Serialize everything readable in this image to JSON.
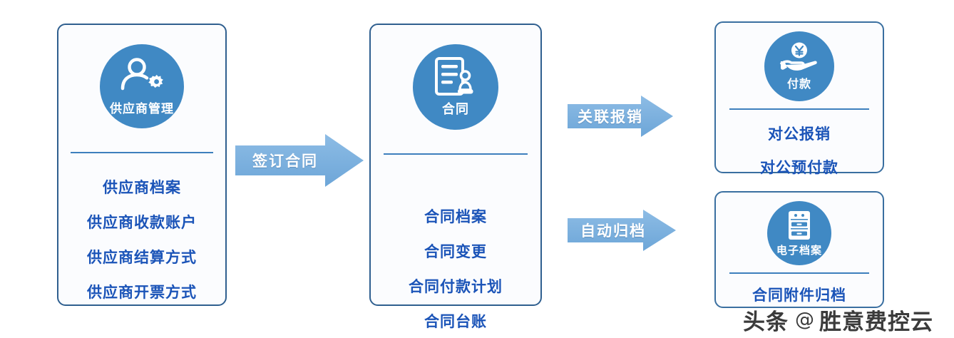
{
  "diagram": {
    "title": "供应商合同与付款流程图",
    "colors": {
      "badge_blue": "#4089c4",
      "card_border": "#2f5f8f",
      "item_text": "#1b54b8",
      "arrow_fill": "#7bb0dd",
      "divider": "#3d7fbd",
      "background": "#ffffff"
    },
    "cards": [
      {
        "id": "supplier-management",
        "badge_label": "供应商管理",
        "icon": "user-gear-icon",
        "items": [
          "供应商档案",
          "供应商收款账户",
          "供应商结算方式",
          "供应商开票方式"
        ]
      },
      {
        "id": "contract",
        "badge_label": "合同",
        "icon": "contract-stamp-icon",
        "items": [
          "合同档案",
          "合同变更",
          "合同付款计划",
          "合同台账"
        ]
      },
      {
        "id": "payment",
        "badge_label": "付款",
        "icon": "hand-yuan-coin-icon",
        "items": [
          "对公报销",
          "对公预付款"
        ]
      },
      {
        "id": "electronic-archive",
        "badge_label": "电子档案",
        "icon": "file-cabinet-icon",
        "items": [
          "合同附件归档"
        ]
      }
    ],
    "arrows": [
      {
        "id": "sign-contract",
        "label": "签订合同"
      },
      {
        "id": "link-reimbursement",
        "label": "关联报销"
      },
      {
        "id": "auto-archive",
        "label": "自动归档"
      }
    ]
  },
  "watermark": {
    "platform": "头条",
    "at": "@",
    "account": "胜意费控云"
  }
}
